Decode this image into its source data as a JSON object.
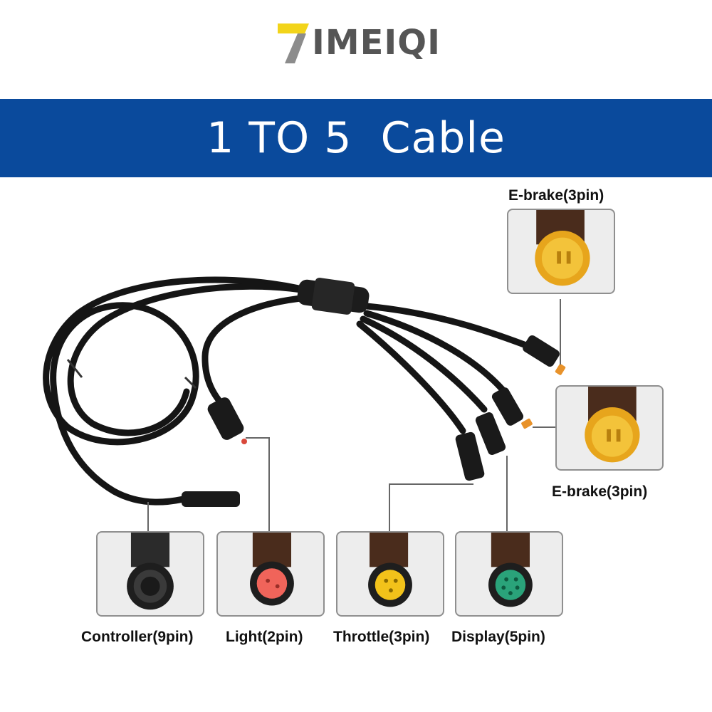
{
  "brand": {
    "name": "IMEIQI",
    "logo_mark": "stylized-7-logo",
    "colors": {
      "mark_yellow": "#f2d41a",
      "mark_gray": "#8c8c8c",
      "text_gray": "#555555"
    }
  },
  "banner": {
    "title": "1 TO 5  Cable",
    "color": "#0a4a9c"
  },
  "connectors": {
    "ebrake_top": {
      "label": "E-brake(3pin)",
      "color": "#f0b21e"
    },
    "ebrake_right": {
      "label": "E-brake(3pin)",
      "color": "#f0b21e"
    },
    "controller": {
      "label": "Controller(9pin)",
      "color": "#2a2a2a"
    },
    "light": {
      "label": "Light(2pin)",
      "color": "#f0645a"
    },
    "throttle": {
      "label": "Throttle(3pin)",
      "color": "#f2c21a"
    },
    "display": {
      "label": "Display(5pin)",
      "color": "#2aa37a"
    }
  }
}
